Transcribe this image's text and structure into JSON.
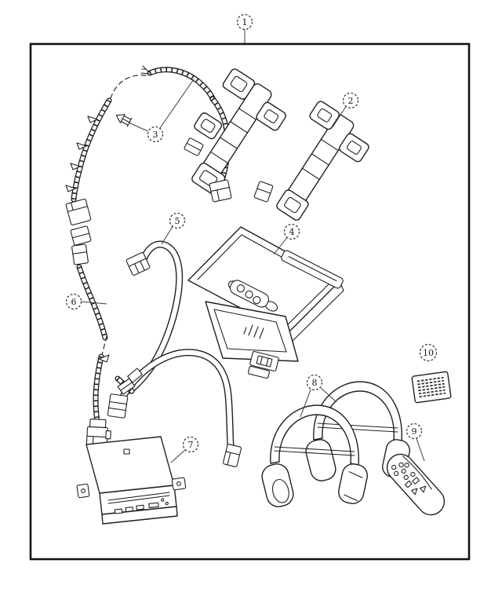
{
  "figure": {
    "type": "exploded-parts-diagram",
    "background_color": "#ffffff",
    "line_color": "#202020",
    "callouts": [
      {
        "number": "1"
      },
      {
        "number": "2"
      },
      {
        "number": "3"
      },
      {
        "number": "4"
      },
      {
        "number": "5"
      },
      {
        "number": "6"
      },
      {
        "number": "7"
      },
      {
        "number": "8"
      },
      {
        "number": "9"
      },
      {
        "number": "10"
      }
    ]
  }
}
